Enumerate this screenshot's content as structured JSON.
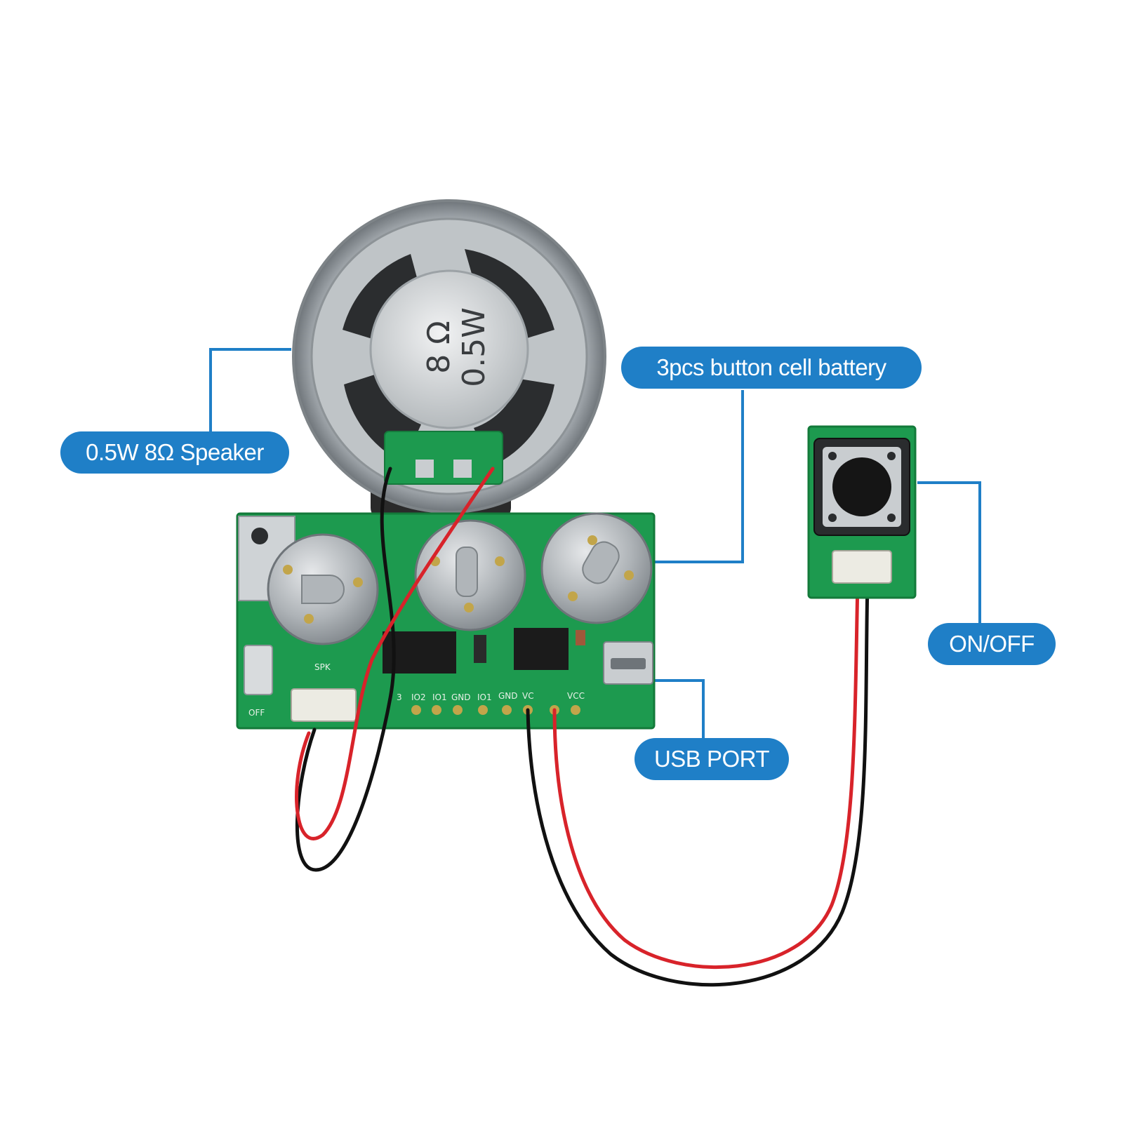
{
  "callouts": {
    "speaker": "0.5W 8Ω Speaker",
    "battery": "3pcs button cell battery",
    "onoff": "ON/OFF",
    "usb": "USB PORT"
  },
  "speaker_marking": {
    "ohm": "8 Ω",
    "watt": "0.5W"
  },
  "pcb_silkscreen": {
    "spk": "SPK",
    "off": "OFF",
    "io3": "3",
    "io2": "IO2",
    "io1a": "IO1",
    "gnd1": "GND",
    "io1b": "IO1",
    "gnd2": "GND",
    "vcc1": "VC",
    "vcc2": "VCC"
  },
  "colors": {
    "callout_blue": "#1f7fc7",
    "pcb_green": "#1d9a4f",
    "wire_red": "#d8232a",
    "wire_black": "#111111"
  }
}
